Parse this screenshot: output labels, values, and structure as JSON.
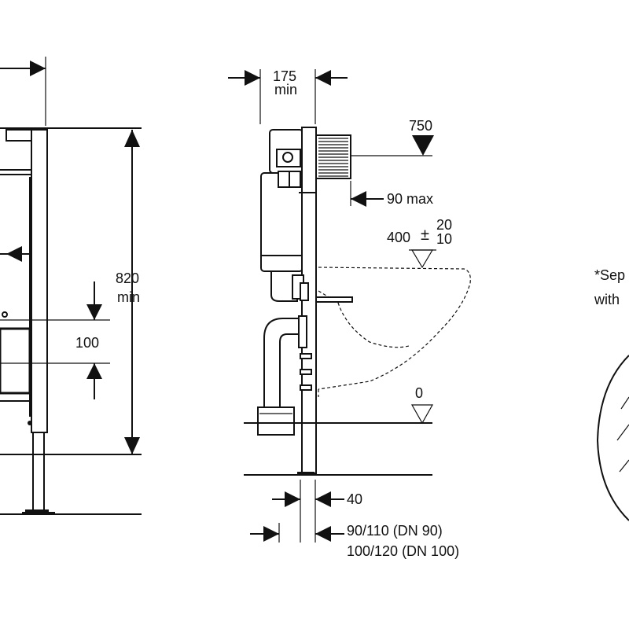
{
  "dimensions": {
    "width_175": "175",
    "width_min": "min",
    "level_750": "750",
    "offset_90": "90 max",
    "level_400": "400",
    "tol_plus": "20",
    "tol_minus": "10",
    "height_820": "820",
    "height_min": "min",
    "gap_100": "100",
    "level_0": "0",
    "depth_40": "40",
    "pipe_dn90": "90/110 (DN 90)",
    "pipe_dn100": "100/120 (DN 100)"
  },
  "note": {
    "line1": "*Sep",
    "line2": "with"
  }
}
